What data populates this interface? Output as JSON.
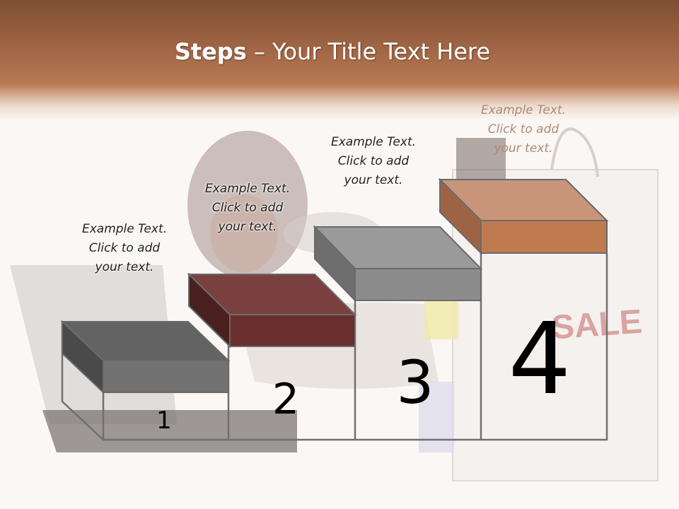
{
  "title": {
    "bold": "Steps",
    "rest": " – Your Title Text Here"
  },
  "steps": [
    {
      "number": "1",
      "caption": [
        "Example Text.",
        "Click  to add",
        "your text."
      ],
      "color": "#5c5c5c"
    },
    {
      "number": "2",
      "caption": [
        "Example Text.",
        "Click  to add",
        "your text."
      ],
      "color": "#6b2e2e"
    },
    {
      "number": "3",
      "caption": [
        "Example Text.",
        "Click  to add",
        "your text."
      ],
      "color": "#888888"
    },
    {
      "number": "4",
      "caption": [
        "Example Text.",
        "Click  to add",
        "your text."
      ],
      "color": "#c07a50"
    }
  ],
  "background": {
    "bag_text": "SALE"
  },
  "colors": {
    "header": "#a0664a",
    "accent": "#c07a50"
  }
}
